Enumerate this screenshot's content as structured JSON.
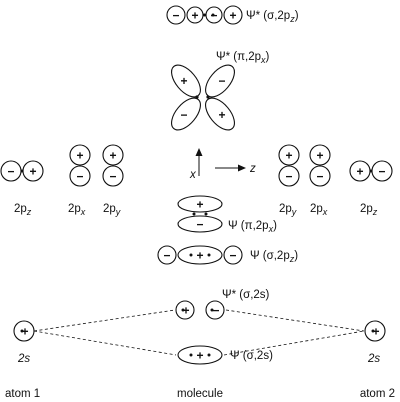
{
  "labels": {
    "psi_star_sigma_2pz": "Ψ* (σ,2p",
    "psi_star_sigma_2pz_sub": "z",
    "psi_star_pi_2px": "Ψ* (π,2p",
    "psi_star_pi_2px_sub": "x",
    "psi_pi_2px": "Ψ (π,2p",
    "psi_pi_2px_sub": "x",
    "psi_sigma_2pz": "Ψ (σ,2p",
    "psi_sigma_2pz_sub": "z",
    "psi_star_sigma_2s": "Ψ* (σ,2s)",
    "psi_sigma_2s": "Ψ (σ,2s)",
    "close_paren": ")",
    "atom1_2s": "2s",
    "atom2_2s": "2s",
    "axis_x": "x",
    "axis_z": "z",
    "left_2pz": "2p",
    "left_2px": "2p",
    "left_2py": "2p",
    "right_2py": "2p",
    "right_2px": "2p",
    "right_2pz": "2p",
    "sub_z": "z",
    "sub_x": "x",
    "sub_y": "y",
    "atom1": "atom 1",
    "molecule": "molecule",
    "atom2": "atom 2"
  },
  "signs": {
    "plus": "+",
    "minus": "−"
  }
}
